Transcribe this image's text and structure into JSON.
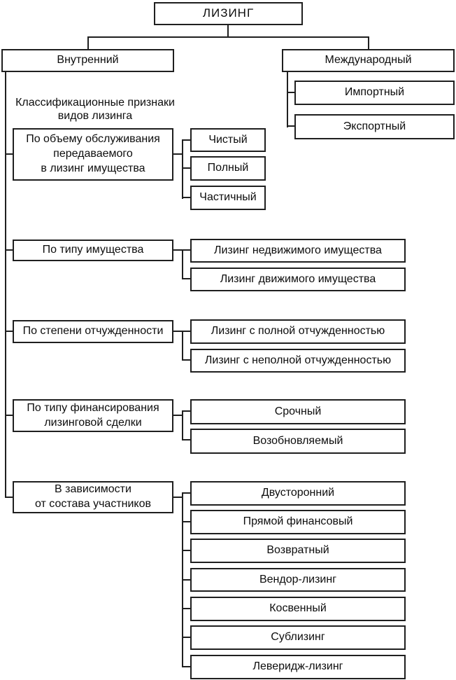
{
  "root": {
    "label": "ЛИЗИНГ"
  },
  "branches": {
    "domestic": "Внутренний",
    "international": "Международный"
  },
  "international_children": [
    "Импортный",
    "Экспортный"
  ],
  "section_label": "Классификационные признаки\nвидов лизинга",
  "groups": [
    {
      "label": "По объему обслуживания\nпередаваемого\nв лизинг имущества",
      "children": [
        "Чистый",
        "Полный",
        "Частичный"
      ]
    },
    {
      "label": "По типу имущества",
      "children": [
        "Лизинг недвижимого имущества",
        "Лизинг движимого имущества"
      ]
    },
    {
      "label": "По степени отчужденности",
      "children": [
        "Лизинг с полной отчужденностью",
        "Лизинг с неполной отчужденностью"
      ]
    },
    {
      "label": "По типу финансирования\nлизинговой сделки",
      "children": [
        "Срочный",
        "Возобновляемый"
      ]
    },
    {
      "label": "В зависимости\nот состава участников",
      "children": [
        "Двусторонний",
        "Прямой финансовый",
        "Возвратный",
        "Вендор-лизинг",
        "Косвенный",
        "Сублизинг",
        "Леверидж-лизинг"
      ]
    }
  ],
  "colors": {
    "line": "#1f1f1f",
    "border": "#1f1f1f",
    "background": "#ffffff",
    "text": "#0d0d0d"
  }
}
